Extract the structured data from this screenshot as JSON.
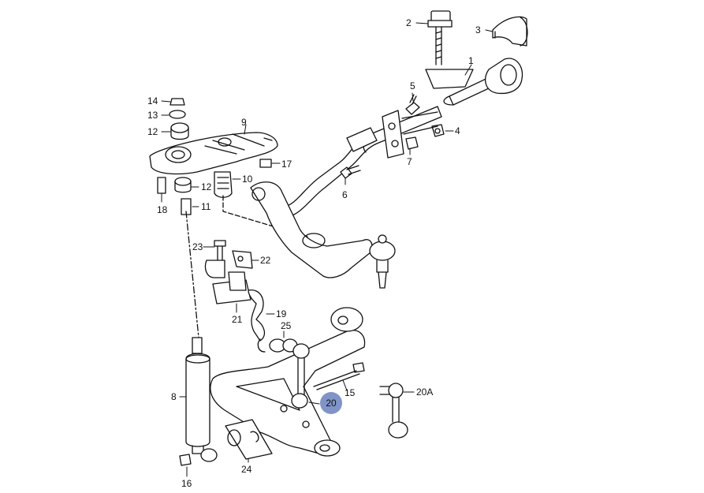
{
  "callouts": {
    "c1": "1",
    "c2": "2",
    "c3": "3",
    "c4": "4",
    "c5": "5",
    "c6": "6",
    "c7": "7",
    "c8": "8",
    "c9": "9",
    "c10": "10",
    "c11": "11",
    "c12a": "12",
    "c12b": "12",
    "c13": "13",
    "c14": "14",
    "c15": "15",
    "c16": "16",
    "c17": "17",
    "c18": "18",
    "c19": "19",
    "c20": "20",
    "c20A": "20A",
    "c21": "21",
    "c22": "22",
    "c23": "23",
    "c24": "24",
    "c25": "25"
  },
  "highlight": {
    "color": "#8094c8"
  }
}
